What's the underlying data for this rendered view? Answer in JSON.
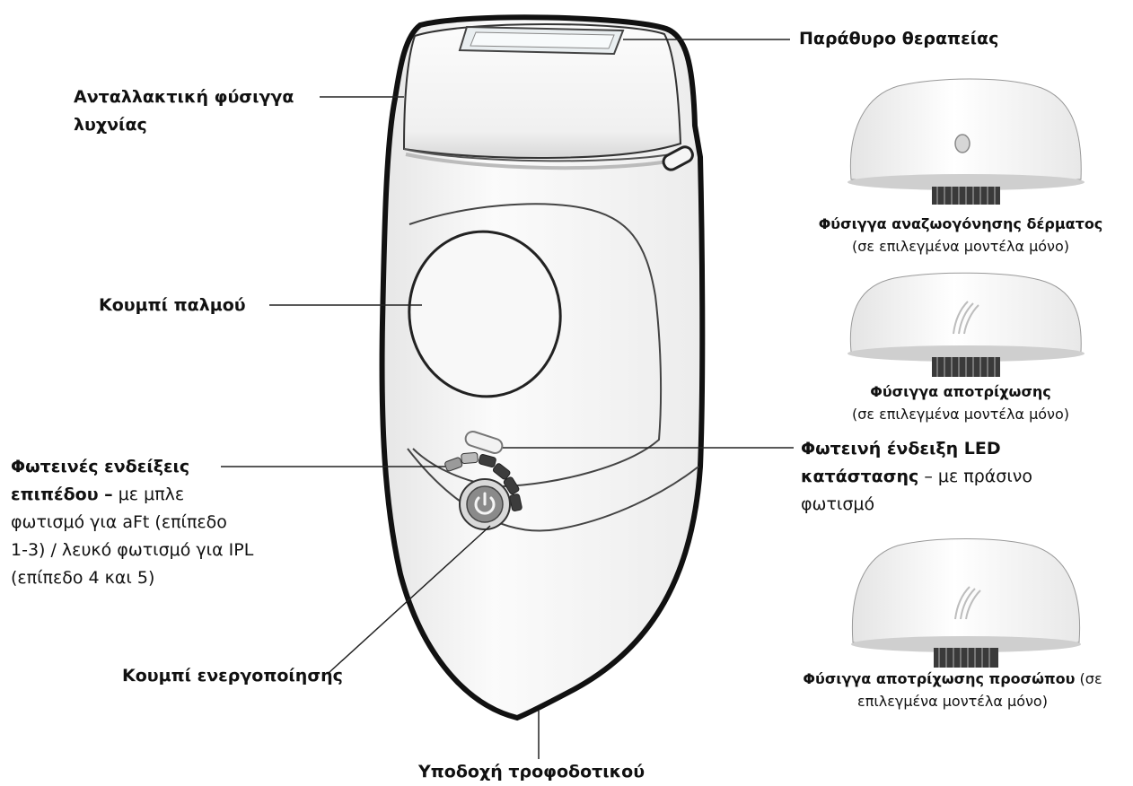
{
  "labels": {
    "treatment_window": "Παράθυρο θεραπείας",
    "lamp_cartridge_line1": "Ανταλλακτική φύσιγγα",
    "lamp_cartridge_line2": "λυχνίας",
    "pulse_button": "Κουμπί παλμού",
    "level_lights_bold_line1": "Φωτεινές ενδείξεις",
    "level_lights_bold_line2": "επιπέδου –",
    "level_lights_text_line2": " με μπλε",
    "level_lights_text_line3": "φωτισμό για aFt (επίπεδο",
    "level_lights_text_line4": "1-3) / λευκό φωτισμό για IPL",
    "level_lights_text_line5": "(επίπεδο 4 και 5)",
    "status_led_bold_line1": "Φωτεινή ένδειξη LED",
    "status_led_bold_line2": "κατάστασης",
    "status_led_text_line2": " – με πράσινο",
    "status_led_text_line3": "φωτισμό",
    "power_button": "Κουμπί ενεργοποίησης",
    "power_socket": "Υποδοχή τροφοδοτικού"
  },
  "attachments": [
    {
      "title": "Φύσιγγα αναζωογόνησης δέρματος",
      "subtitle": "(σε επιλεγμένα μοντέλα μόνο)"
    },
    {
      "title": "Φύσιγγα αποτρίχωσης",
      "subtitle": "(σε επιλεγμένα μοντέλα μόνο)"
    },
    {
      "title": "Φύσιγγα αποτρίχωσης προσώπου",
      "subtitle_inline": " (σε",
      "subtitle_line2": "επιλεγμένα μοντέλα μόνο)"
    }
  ]
}
